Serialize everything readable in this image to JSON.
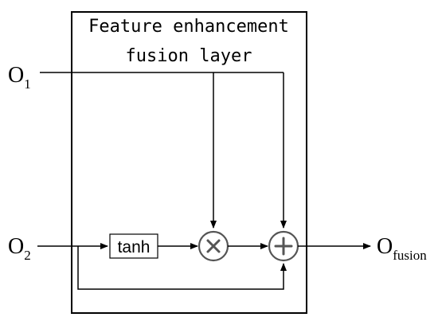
{
  "diagram": {
    "title_line1": "Feature enhancement",
    "title_line2": "fusion layer",
    "input1": {
      "base": "O",
      "sub": "1"
    },
    "input2": {
      "base": "O",
      "sub": "2"
    },
    "activation_label": "tanh",
    "multiply_symbol": "×",
    "add_symbol": "+",
    "output": {
      "base": "O",
      "sub": "fusion"
    }
  }
}
